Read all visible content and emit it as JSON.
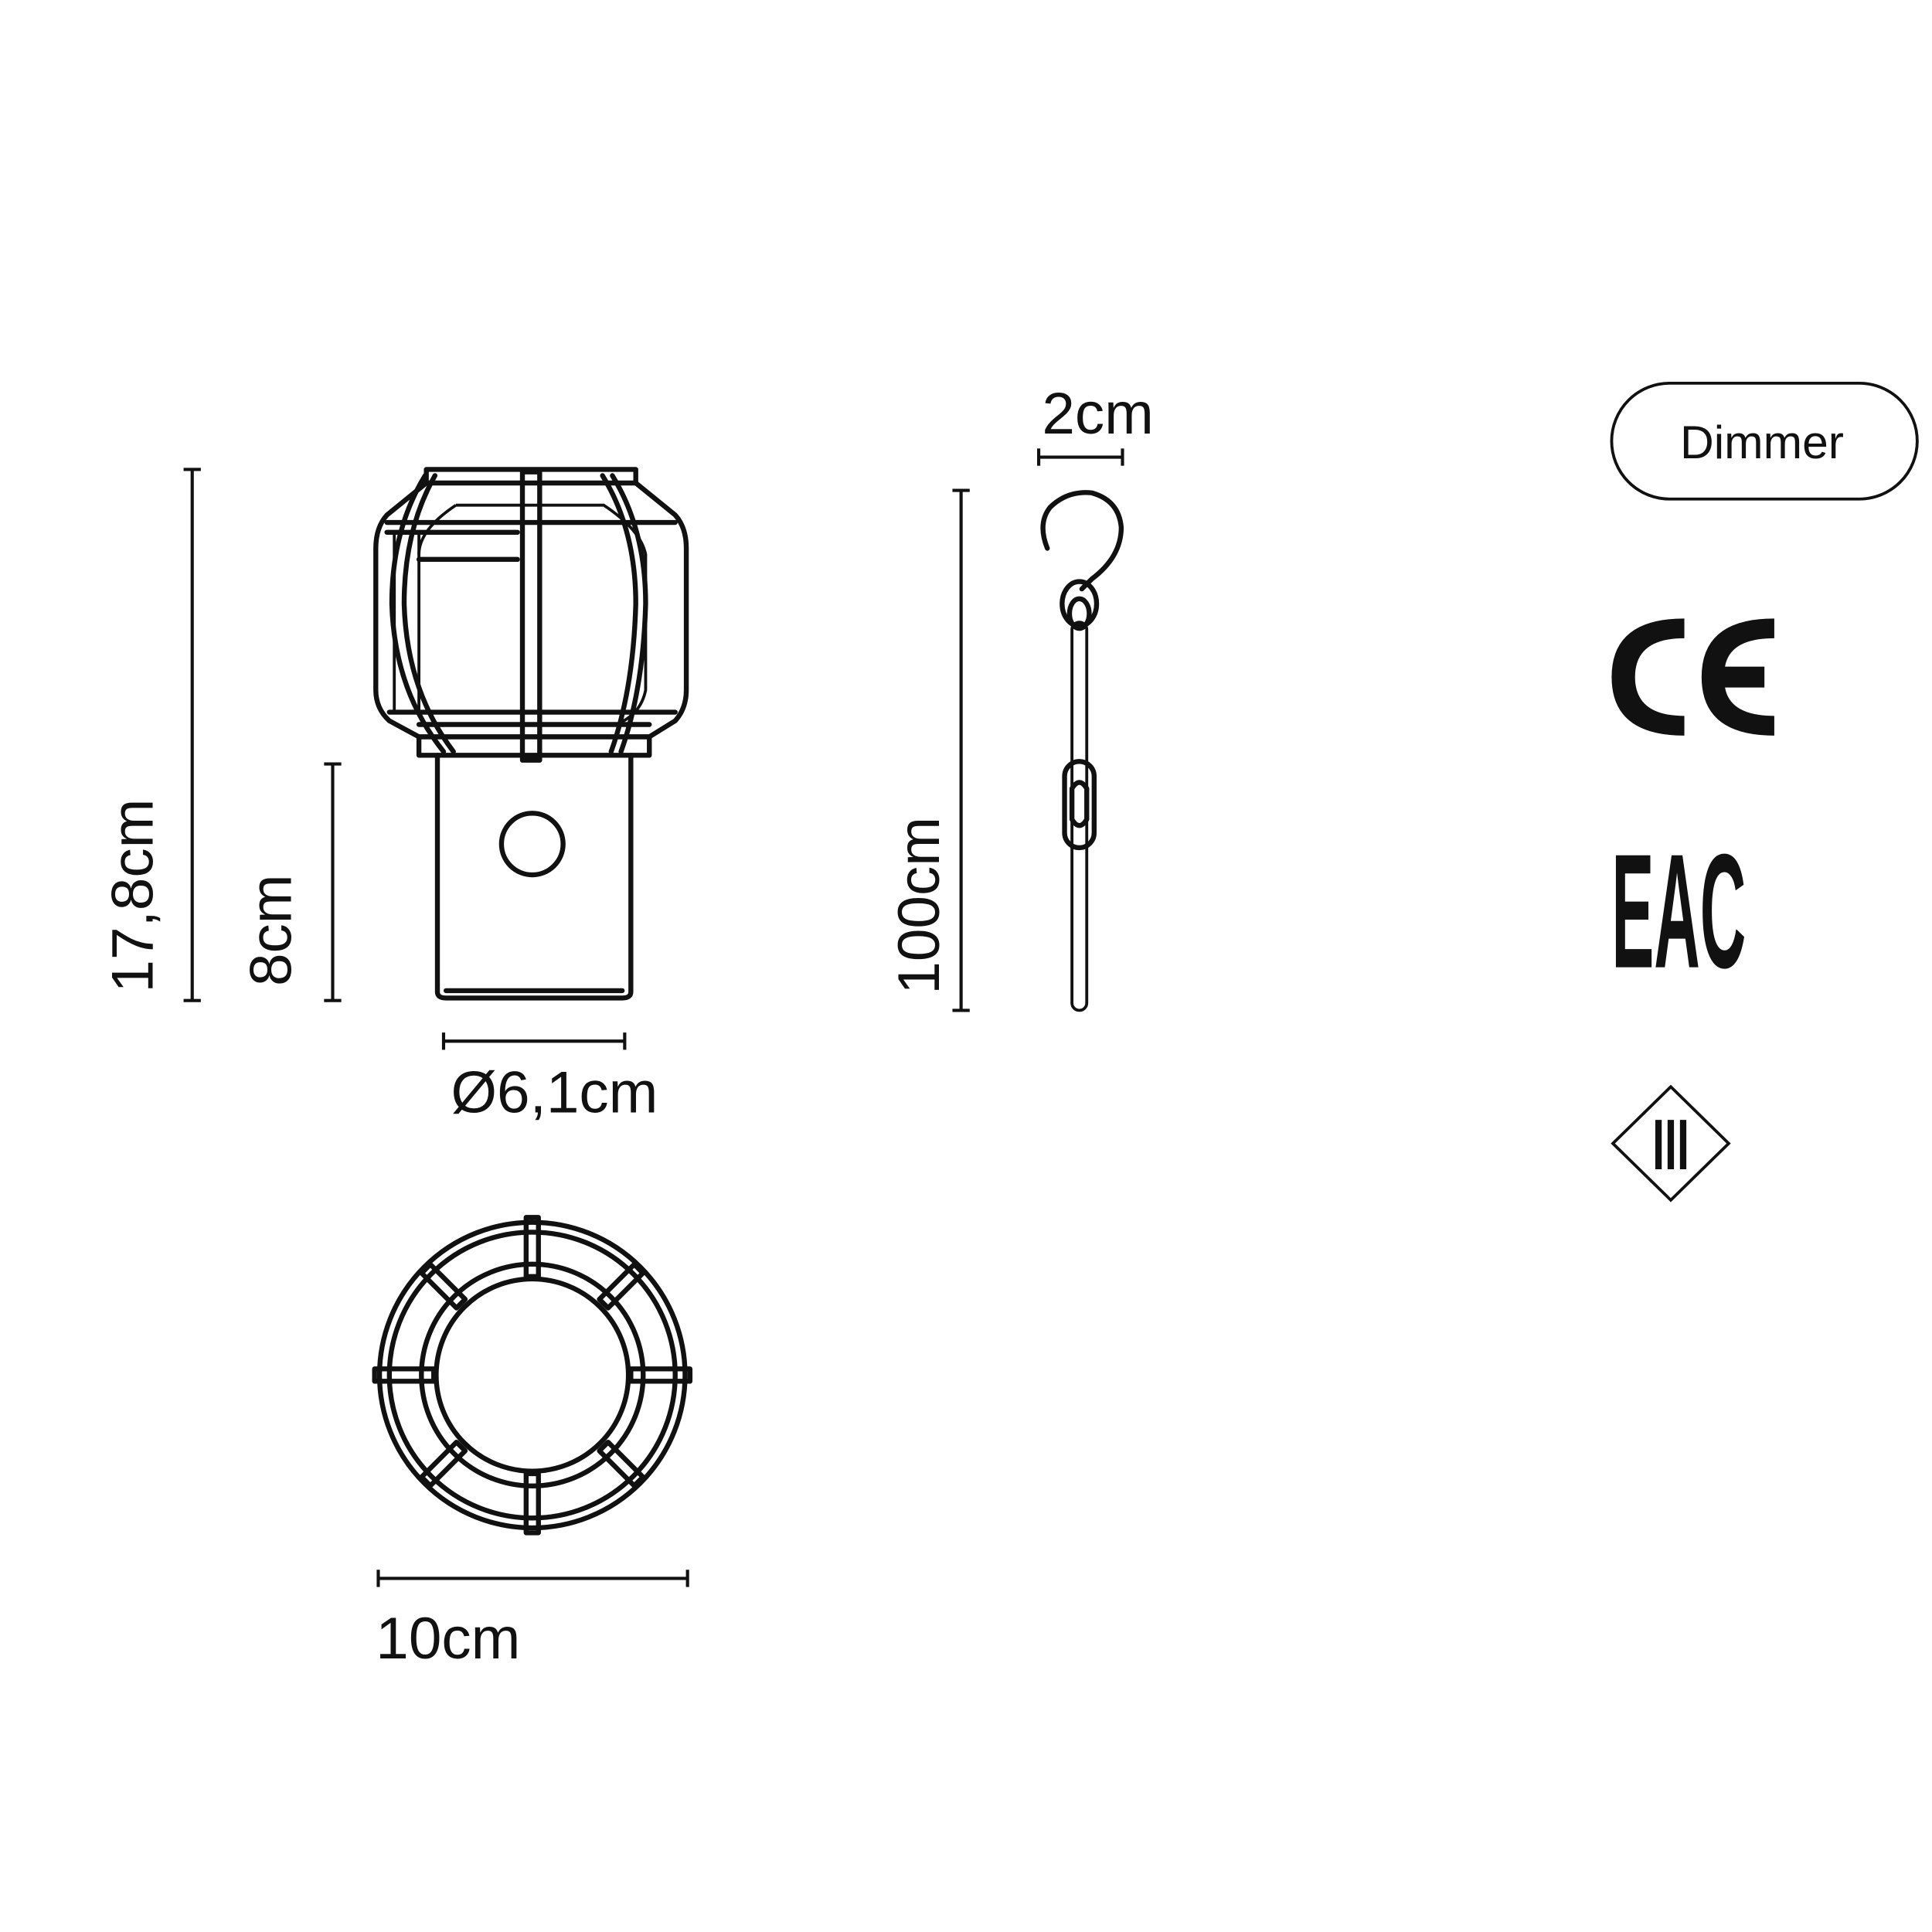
{
  "dimensions": {
    "total_height": "17,8cm",
    "base_height": "8cm",
    "base_diameter": "Ø6,1cm",
    "cage_diameter": "10cm",
    "hook_width": "2cm",
    "cord_length": "100cm"
  },
  "badges": {
    "dimmer": "Dimmer",
    "ce_mark": "CE",
    "eac_mark": "EAC",
    "class_mark": "III"
  },
  "colors": {
    "line": "#111111",
    "background": "#ffffff"
  }
}
